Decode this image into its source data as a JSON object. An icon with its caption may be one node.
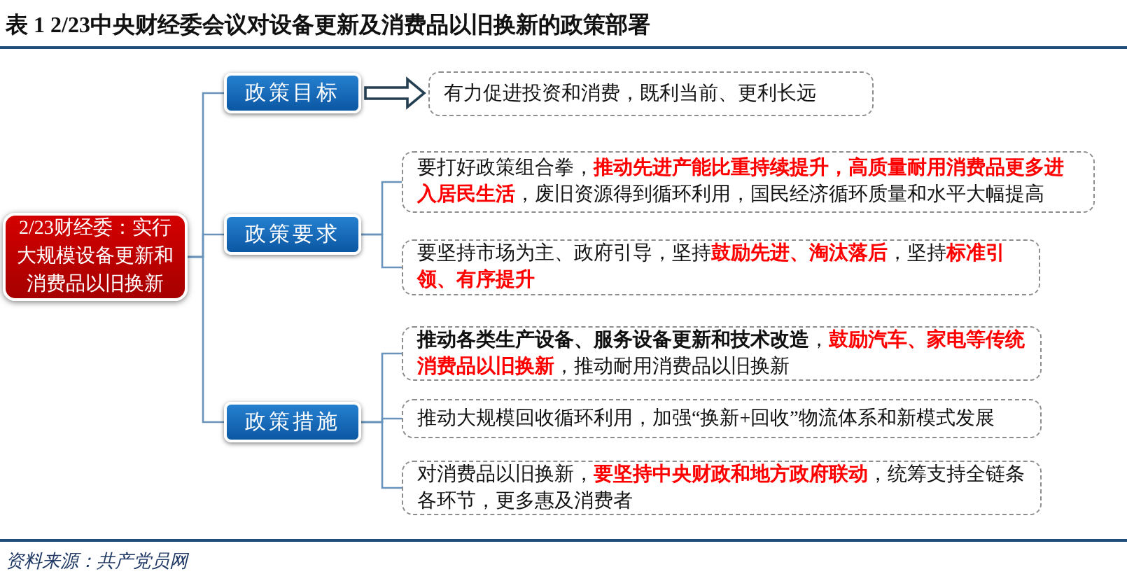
{
  "diagram": {
    "title": "表 1 2/23中央财经委会议对设备更新及消费品以旧换新的政策部署",
    "nodes": [
      {
        "text": [
          "2/23财经委：实行大规模设备更新和消费品以旧换新"
        ]
      },
      {
        "text": [
          "政策目标"
        ]
      },
      {
        "text": [
          "有力促进投资和消费，既利当前、更利长远"
        ]
      },
      {
        "text": [
          "政策要求"
        ]
      },
      {
        "text": [
          "要打好政策组合拳，**推动先进产能比重持续提升，高质量耐用消费品更多进入居民生活**，废旧资源得到循环利用，国民经济循环质量和水平大幅提高"
        ]
      },
      {
        "text": [
          "要坚持市场为主、政府引导，坚持**鼓励先进、淘汰落后**，坚持**标准引领、有序提升**"
        ]
      },
      {
        "text": [
          "政策措施"
        ]
      },
      {
        "text": [
          "**推动各类生产设备、服务设备更新和技术改造**，**鼓励汽车、家电等传统消费品以旧换新**，推动耐用消费品以旧换新"
        ]
      },
      {
        "text": [
          "推动大规模回收循环利用，加强“换新+回收”物流体系和新模式发展"
        ]
      },
      {
        "text": [
          "对消费品以旧换新，**要坚持中央财政和地方政府联动**，统筹支持全链条各环节，更多惠及消费者"
        ]
      }
    ],
    "edges": [
      {
        "from": 0,
        "to": 1,
        "arrow": "none"
      },
      {
        "from": 0,
        "to": 3,
        "arrow": "none"
      },
      {
        "from": 0,
        "to": 6,
        "arrow": "none"
      },
      {
        "from": 1,
        "to": 2,
        "arrow": "to",
        "color": "#243f52"
      },
      {
        "from": 3,
        "to": 4,
        "arrow": "none"
      },
      {
        "from": 3,
        "to": 5,
        "arrow": "none"
      },
      {
        "from": 6,
        "to": 7,
        "arrow": "none"
      },
      {
        "from": 6,
        "to": 8,
        "arrow": "none"
      },
      {
        "from": 6,
        "to": 9,
        "arrow": "none"
      }
    ],
    "labels": [
      "资料来源：共产党员网"
    ]
  }
}
